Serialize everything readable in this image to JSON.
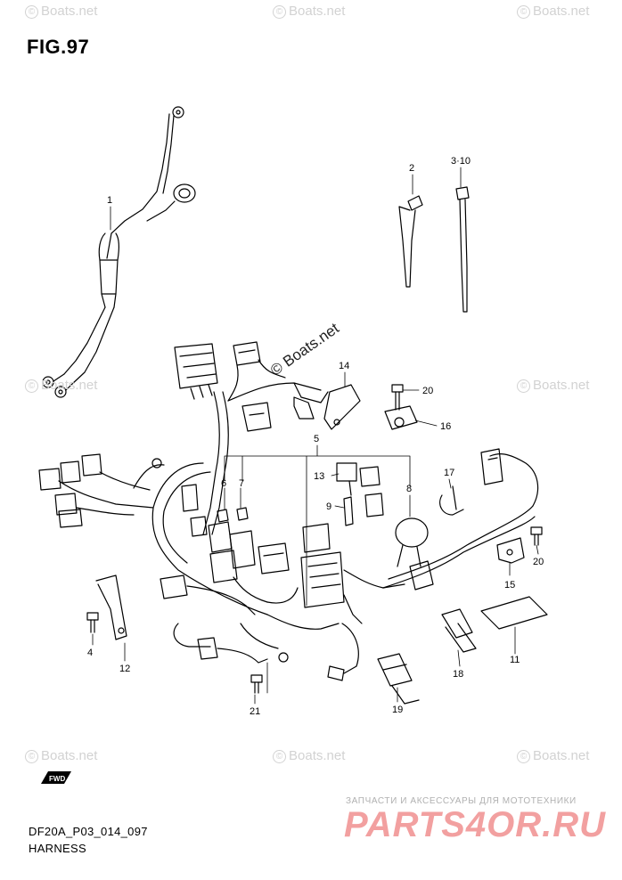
{
  "figure": {
    "title": "FIG.97",
    "code": "DF20A_P03_014_097",
    "name": "HARNESS",
    "arrow_label": "FWD"
  },
  "watermark": {
    "text": "Boats.net",
    "symbol": "©"
  },
  "brand": {
    "tagline": "ЗАПЧАСТИ И АКСЕССУАРЫ ДЛЯ МОТОТЕХНИКИ",
    "name": "PARTS4OR.RU"
  },
  "callouts": [
    {
      "id": "c1",
      "label": "1"
    },
    {
      "id": "c2",
      "label": "2"
    },
    {
      "id": "c3",
      "label": "3·10"
    },
    {
      "id": "c4",
      "label": "4"
    },
    {
      "id": "c5",
      "label": "5"
    },
    {
      "id": "c6",
      "label": "6"
    },
    {
      "id": "c7",
      "label": "7"
    },
    {
      "id": "c8",
      "label": "8"
    },
    {
      "id": "c9",
      "label": "9"
    },
    {
      "id": "c11",
      "label": "11"
    },
    {
      "id": "c12",
      "label": "12"
    },
    {
      "id": "c13",
      "label": "13"
    },
    {
      "id": "c14",
      "label": "14"
    },
    {
      "id": "c15",
      "label": "15"
    },
    {
      "id": "c16",
      "label": "16"
    },
    {
      "id": "c17",
      "label": "17"
    },
    {
      "id": "c18",
      "label": "18"
    },
    {
      "id": "c19",
      "label": "19"
    },
    {
      "id": "c20a",
      "label": "20"
    },
    {
      "id": "c20b",
      "label": "20"
    },
    {
      "id": "c21",
      "label": "21"
    }
  ],
  "colors": {
    "line": "#000000",
    "watermark": "#d2d2d2",
    "brand": "#f2a0a0"
  }
}
